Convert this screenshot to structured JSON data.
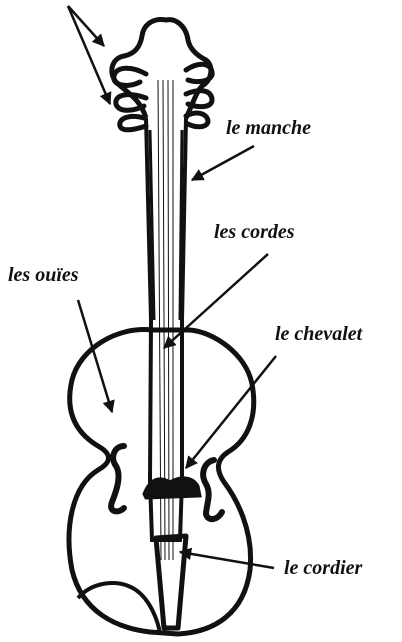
{
  "labels": {
    "manche": "le manche",
    "cordes": "les cordes",
    "ouies": "les ouïes",
    "chevalet": "le chevalet",
    "cordier": "le cordier"
  },
  "colors": {
    "ink": "#111111",
    "background": "#ffffff"
  }
}
